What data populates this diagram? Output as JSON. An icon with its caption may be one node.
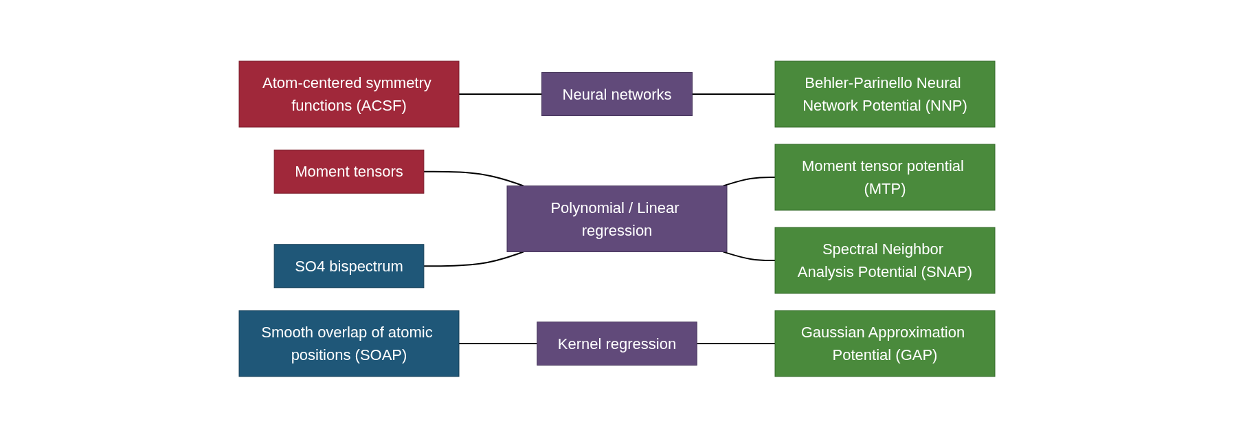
{
  "diagram": {
    "nodes": [
      {
        "text": [
          "Atom-centered symmetry functions (ACSF)"
        ]
      },
      {
        "text": [
          "Moment tensors"
        ]
      },
      {
        "text": [
          "Smooth overlap of atomic positions (SOAP)"
        ]
      },
      {
        "text": [
          "SO4 bispectrum"
        ]
      },
      {
        "text": [
          "Neural networks"
        ]
      },
      {
        "text": [
          "Kernel regression"
        ]
      },
      {
        "text": [
          "Polynomial / Linear regression"
        ]
      },
      {
        "text": [
          "Behler-Parinello Neural Network Potential (NNP)"
        ]
      },
      {
        "text": [
          "Moment tensor potential (MTP)"
        ]
      },
      {
        "text": [
          "Gaussian Approximation Potential (GAP)"
        ]
      },
      {
        "text": [
          "Spectral Neighbor Analysis Potential (SNAP)"
        ]
      }
    ],
    "edges": [
      {
        "from": 0,
        "to": 4,
        "arrow": "none"
      },
      {
        "from": 1,
        "to": 6,
        "arrow": "none"
      },
      {
        "from": 2,
        "to": 5,
        "arrow": "none"
      },
      {
        "from": 3,
        "to": 6,
        "arrow": "none"
      },
      {
        "from": 4,
        "to": 7,
        "arrow": "none"
      },
      {
        "from": 5,
        "to": 9,
        "arrow": "none"
      },
      {
        "from": 6,
        "to": 8,
        "arrow": "none"
      },
      {
        "from": 6,
        "to": 10,
        "arrow": "none"
      }
    ]
  }
}
